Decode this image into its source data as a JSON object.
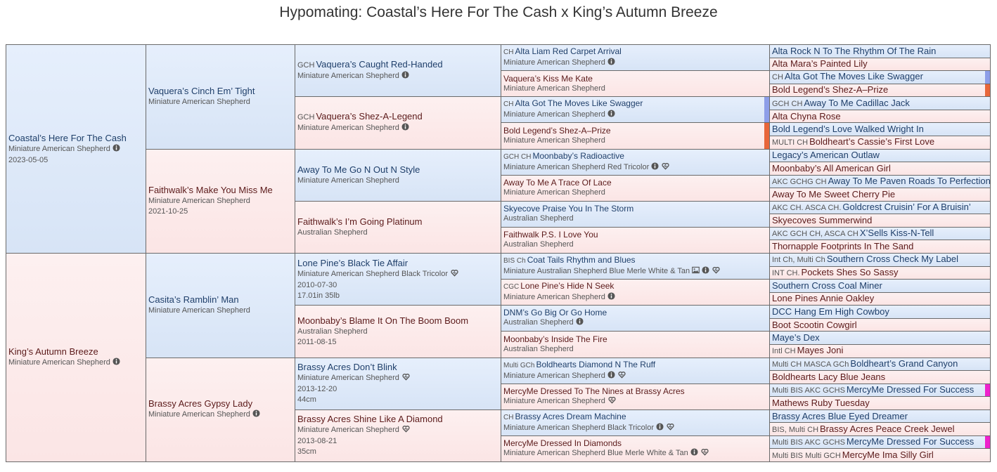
{
  "page": {
    "title": "Hypomating: Coastal’s Here For The Cash x King’s Autumn Breeze"
  },
  "colors": {
    "sire_bg": "#dfe9f9",
    "dam_bg": "#fbeaea",
    "mark_blue": "#8d9ee8",
    "mark_orange": "#e8663a",
    "mark_magenta": "#ee22cc"
  },
  "gen1": [
    {
      "name": "Coastal’s Here For The Cash",
      "breed": "Miniature American Shepherd",
      "dob": "2023-05-05",
      "icons": [
        "info-icon"
      ]
    },
    {
      "name": "King’s Autumn Breeze",
      "breed": "Miniature American Shepherd",
      "icons": [
        "info-icon"
      ]
    }
  ],
  "gen2": [
    {
      "name": "Vaquera’s Cinch Em’ Tight",
      "breed": "Miniature American Shepherd"
    },
    {
      "name": "Faithwalk’s Make You Miss Me",
      "breed": "Miniature American Shepherd",
      "dob": "2021-10-25"
    },
    {
      "name": "Casita’s Ramblin’ Man",
      "breed": "Miniature American Shepherd"
    },
    {
      "name": "Brassy Acres Gypsy Lady",
      "breed": "Miniature American Shepherd",
      "icons": [
        "info-icon"
      ]
    }
  ],
  "gen3": [
    {
      "prefix": "GCH",
      "name": "Vaquera’s Caught Red-Handed",
      "breed": "Miniature American Shepherd",
      "icons": [
        "info-icon"
      ]
    },
    {
      "prefix": "GCH",
      "name": "Vaquera’s Shez-A-Legend",
      "breed": "Miniature American Shepherd",
      "icons": [
        "info-icon"
      ]
    },
    {
      "name": "Away To Me Go N Out N Style",
      "breed": "Miniature American Shepherd"
    },
    {
      "name": "Faithwalk’s I’m Going Platinum",
      "breed": "Australian Shepherd"
    },
    {
      "name": "Lone Pine’s Black Tie Affair",
      "breed": "Miniature American Shepherd Black Tricolor",
      "dob": "2010-07-30",
      "size": "17.01in 35lb",
      "icons": [
        "heart-icon"
      ]
    },
    {
      "name": "Moonbaby’s Blame It On The Boom Boom",
      "breed": "Australian Shepherd",
      "dob": "2011-08-15"
    },
    {
      "name": "Brassy Acres Don’t Blink",
      "breed": "Miniature American Shepherd",
      "dob": "2013-12-20",
      "size": "44cm",
      "icons": [
        "heart-icon"
      ]
    },
    {
      "name": "Brassy Acres Shine Like A Diamond",
      "breed": "Miniature American Shepherd",
      "dob": "2013-08-21",
      "size": "35cm",
      "icons": [
        "heart-icon"
      ]
    }
  ],
  "gen4": [
    {
      "prefix": "CH",
      "name": "Alta Liam Red Carpet Arrival",
      "breed": "Miniature American Shepherd",
      "icons": [
        "info-icon"
      ]
    },
    {
      "name": "Vaquera’s Kiss Me Kate",
      "breed": "Miniature American Shepherd"
    },
    {
      "prefix": "CH",
      "name": "Alta Got The Moves Like Swagger",
      "breed": "Miniature American Shepherd",
      "icons": [
        "info-icon"
      ],
      "mark": "mark_blue"
    },
    {
      "name": "Bold Legend’s Shez-A–Prize",
      "breed": "Miniature American Shepherd",
      "mark": "mark_orange"
    },
    {
      "prefix": "GCH CH",
      "name": "Moonbaby’s Radioactive",
      "breed": "Miniature American Shepherd Red Tricolor",
      "icons": [
        "info-icon",
        "heart-icon"
      ]
    },
    {
      "name": "Away To Me A Trace Of Lace",
      "breed": "Miniature American Shepherd"
    },
    {
      "name": "Skyecove Praise You In The Storm",
      "breed": "Australian Shepherd"
    },
    {
      "name": "Faithwalk P.S. I Love You",
      "breed": "Australian Shepherd"
    },
    {
      "prefix": "BIS Ch",
      "name": "Coat Tails Rhythm and Blues",
      "breed": "Miniature Australian Shepherd Blue Merle White & Tan",
      "icons": [
        "image-icon",
        "info-icon",
        "heart-icon"
      ]
    },
    {
      "prefix": "CGC",
      "name": "Lone Pine’s Hide N Seek",
      "breed": "Miniature American Shepherd",
      "icons": [
        "info-icon"
      ]
    },
    {
      "name": "DNM’s Go Big Or Go Home",
      "breed": "Australian Shepherd",
      "icons": [
        "info-icon"
      ]
    },
    {
      "name": "Moonbaby’s Inside The Fire",
      "breed": "Australian Shepherd"
    },
    {
      "prefix": "Multi GCh",
      "name": "Boldhearts Diamond N The Ruff",
      "breed": "Miniature American Shepherd",
      "icons": [
        "info-icon",
        "heart-icon"
      ]
    },
    {
      "name": "MercyMe Dressed To The Nines at Brassy Acres",
      "breed": "Miniature American Shepherd",
      "icons": [
        "heart-icon"
      ]
    },
    {
      "prefix": "CH",
      "name": "Brassy Acres Dream Machine",
      "breed": "Miniature American Shepherd Black Tricolor",
      "icons": [
        "info-icon",
        "heart-icon"
      ]
    },
    {
      "name": "MercyMe Dressed In Diamonds",
      "breed": "Miniature American Shepherd Blue Merle White & Tan",
      "icons": [
        "info-icon",
        "heart-icon"
      ]
    }
  ],
  "gen5": [
    {
      "name": "Alta Rock N To The Rhythm Of The Rain"
    },
    {
      "name": "Alta Mara’s Painted Lily"
    },
    {
      "prefix": "CH",
      "name": "Alta Got The Moves Like Swagger",
      "mark": "mark_blue"
    },
    {
      "name": "Bold Legend’s Shez-A–Prize",
      "mark": "mark_orange"
    },
    {
      "prefix": "GCH CH",
      "name": "Away To Me Cadillac Jack"
    },
    {
      "name": "Alta Chyna Rose"
    },
    {
      "name": "Bold Legend’s Love Walked Wright In"
    },
    {
      "prefix": "MULTI CH",
      "name": "Boldheart’s Cassie’s First Love"
    },
    {
      "name": "Legacy’s American Outlaw"
    },
    {
      "name": "Moonbaby’s All American Girl"
    },
    {
      "prefix": "AKC GCHG CH",
      "name": "Away To Me Paven Roads To Perfection"
    },
    {
      "name": "Away To Me Sweet Cherry Pie"
    },
    {
      "prefix": "AKC CH. ASCA CH.",
      "name": "Goldcrest Cruisin’ For A Bruisin’"
    },
    {
      "name": "Skyecoves Summerwind"
    },
    {
      "prefix": "AKC GCH CH, ASCA CH",
      "name": "X’Sells Kiss-N-Tell"
    },
    {
      "name": "Thornapple Footprints In The Sand"
    },
    {
      "prefix": "Int Ch, Multi Ch",
      "name": "Southern Cross Check My Label"
    },
    {
      "prefix": "INT CH.",
      "name": "Pockets Shes So Sassy"
    },
    {
      "name": "Southern Cross Coal Miner"
    },
    {
      "name": "Lone Pines Annie Oakley"
    },
    {
      "name": "DCC Hang Em High Cowboy"
    },
    {
      "name": "Boot Scootin Cowgirl"
    },
    {
      "name": "Maye’s Dex"
    },
    {
      "prefix": "Intl CH",
      "name": "Mayes Joni"
    },
    {
      "prefix": "Multi CH MASCA GCh",
      "name": "Boldheart’s Grand Canyon"
    },
    {
      "name": "Boldhearts Lacy Blue Jeans"
    },
    {
      "prefix": "Multi BIS AKC GCHS",
      "name": "MercyMe Dressed For Success",
      "mark": "mark_magenta"
    },
    {
      "name": "Mathews Ruby Tuesday"
    },
    {
      "name": "Brassy Acres Blue Eyed Dreamer"
    },
    {
      "prefix": "BIS, Multi CH",
      "name": "Brassy Acres Peace Creek Jewel"
    },
    {
      "prefix": "Multi BIS AKC GCHS",
      "name": "MercyMe Dressed For Success",
      "mark": "mark_magenta"
    },
    {
      "prefix": "Multi BIS Multi GCH",
      "name": "MercyMe Ima Silly Girl"
    }
  ]
}
